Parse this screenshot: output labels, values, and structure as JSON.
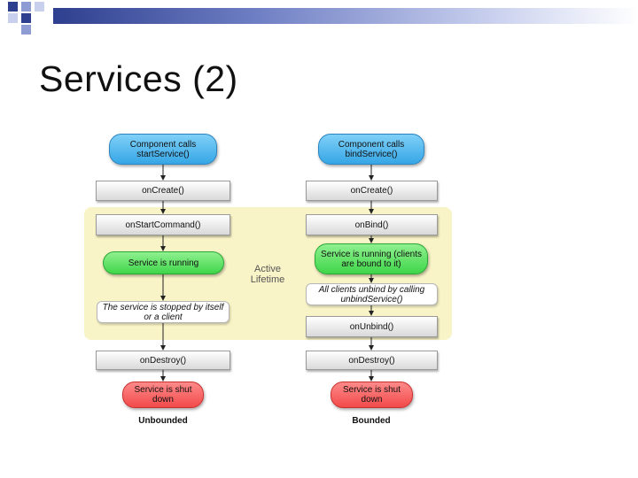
{
  "slide": {
    "title": "Services (2)"
  },
  "colors": {
    "start_node": "#36a6e6",
    "running_node": "#3fd64a",
    "end_node": "#f24a4a",
    "active_zone": "#f9f4c8"
  },
  "diagram": {
    "active_lifetime_label": "Active Lifetime",
    "unbounded": {
      "start": "Component calls startService()",
      "on_create": "onCreate()",
      "on_start_command": "onStartCommand()",
      "running": "Service is running",
      "stopped_note": "The service is stopped by itself or a client",
      "on_destroy": "onDestroy()",
      "shut_down": "Service is shut down",
      "caption": "Unbounded"
    },
    "bounded": {
      "start": "Component calls bindService()",
      "on_create": "onCreate()",
      "on_bind": "onBind()",
      "running": "Service is running (clients are bound to it)",
      "unbind_note": "All clients unbind by calling unbindService()",
      "on_unbind": "onUnbind()",
      "on_destroy": "onDestroy()",
      "shut_down": "Service is shut down",
      "caption": "Bounded"
    }
  }
}
